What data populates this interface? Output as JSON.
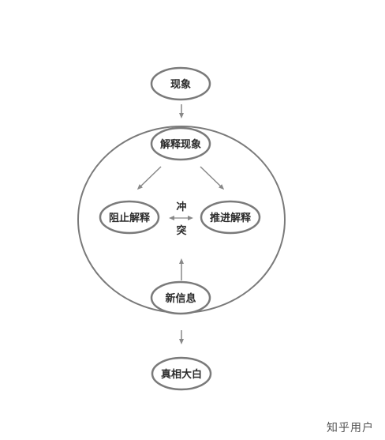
{
  "nodes": {
    "phenomenon": "现象",
    "explain": "解释现象",
    "block": "阻止解释",
    "advance": "推进解释",
    "new_info": "新信息",
    "truth": "真相大白"
  },
  "conflict": {
    "char1": "冲",
    "char2": "突"
  },
  "watermark": "知乎用户",
  "colors": {
    "stroke": "#7a7a7a",
    "text": "#2b2b2b",
    "arrow": "#888888"
  }
}
